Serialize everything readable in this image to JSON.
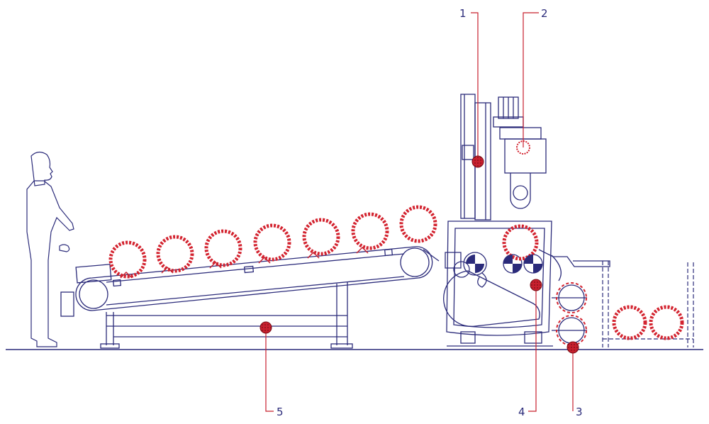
{
  "colors": {
    "line": "#2b2b7a",
    "marker": "#c8202e",
    "wheel": "#d3232f",
    "background": "#ffffff"
  },
  "callouts": [
    {
      "id": "1",
      "label": "1"
    },
    {
      "id": "2",
      "label": "2"
    },
    {
      "id": "3",
      "label": "3"
    },
    {
      "id": "4",
      "label": "4"
    },
    {
      "id": "5",
      "label": "5"
    }
  ]
}
